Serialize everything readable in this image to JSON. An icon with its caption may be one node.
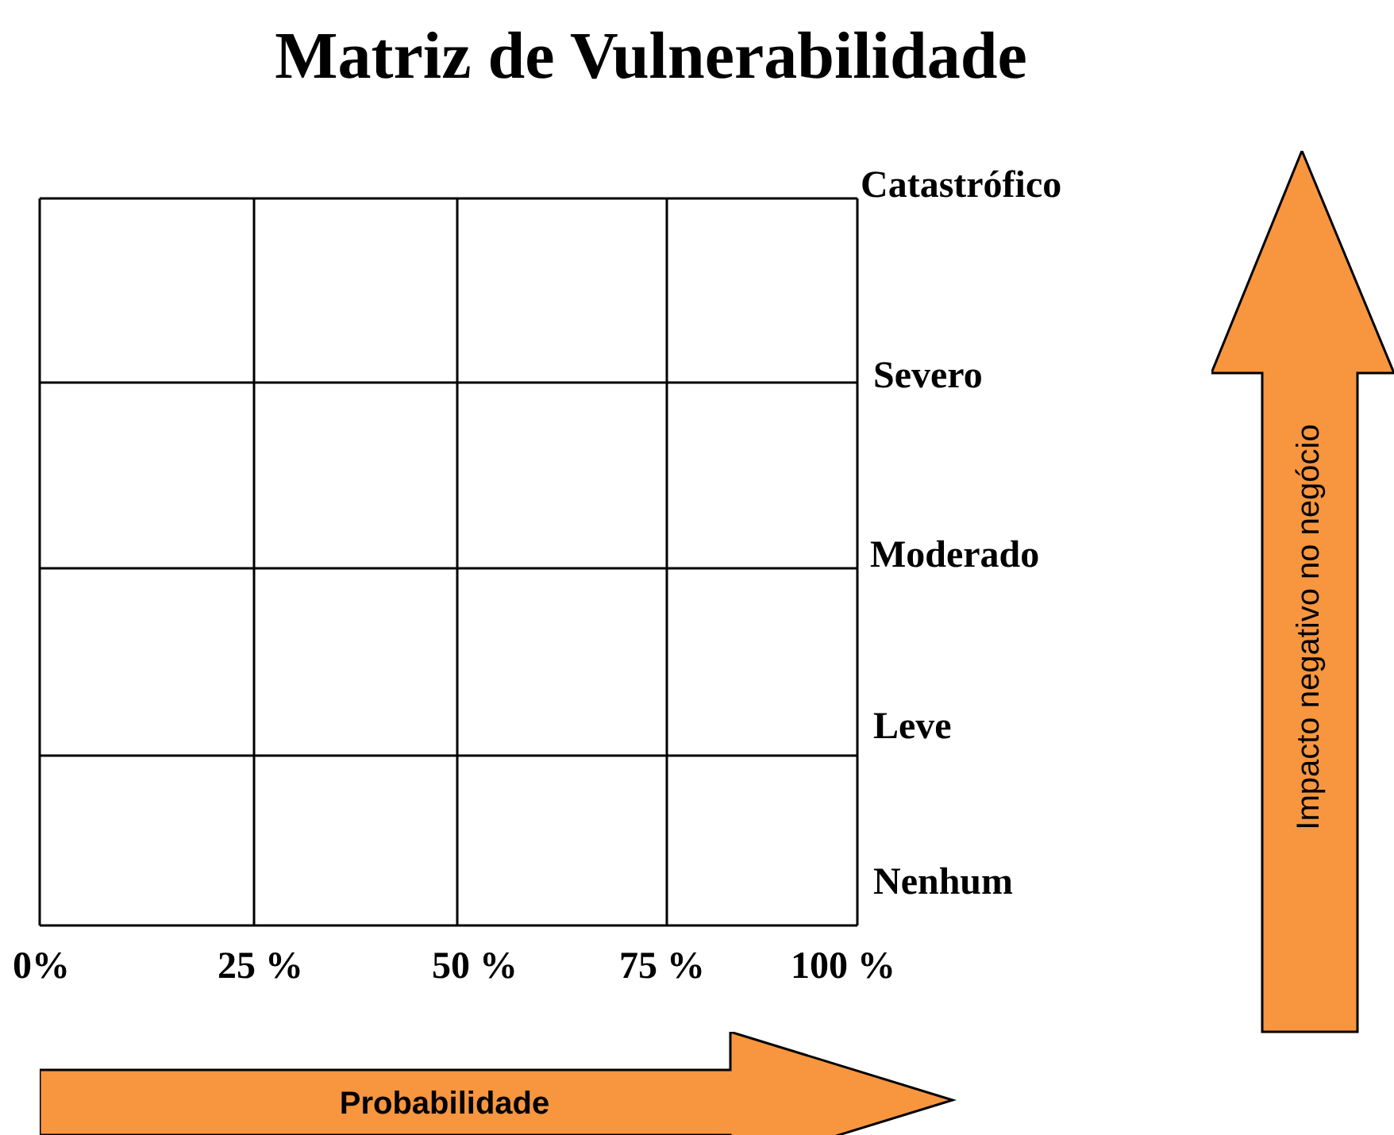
{
  "diagram": {
    "title": "Matriz de Vulnerabilidade",
    "nodes": [
      {
        "text": [
          "Impacto negativo no negócio"
        ]
      },
      {
        "text": [
          "Probabilidade"
        ]
      }
    ],
    "edges": [],
    "labels": [
      "Catastrófico",
      "Severo",
      "Moderado",
      "Leve",
      "Nenhum",
      "0%",
      "25 %",
      "50 %",
      "75 %",
      "100 %"
    ]
  }
}
